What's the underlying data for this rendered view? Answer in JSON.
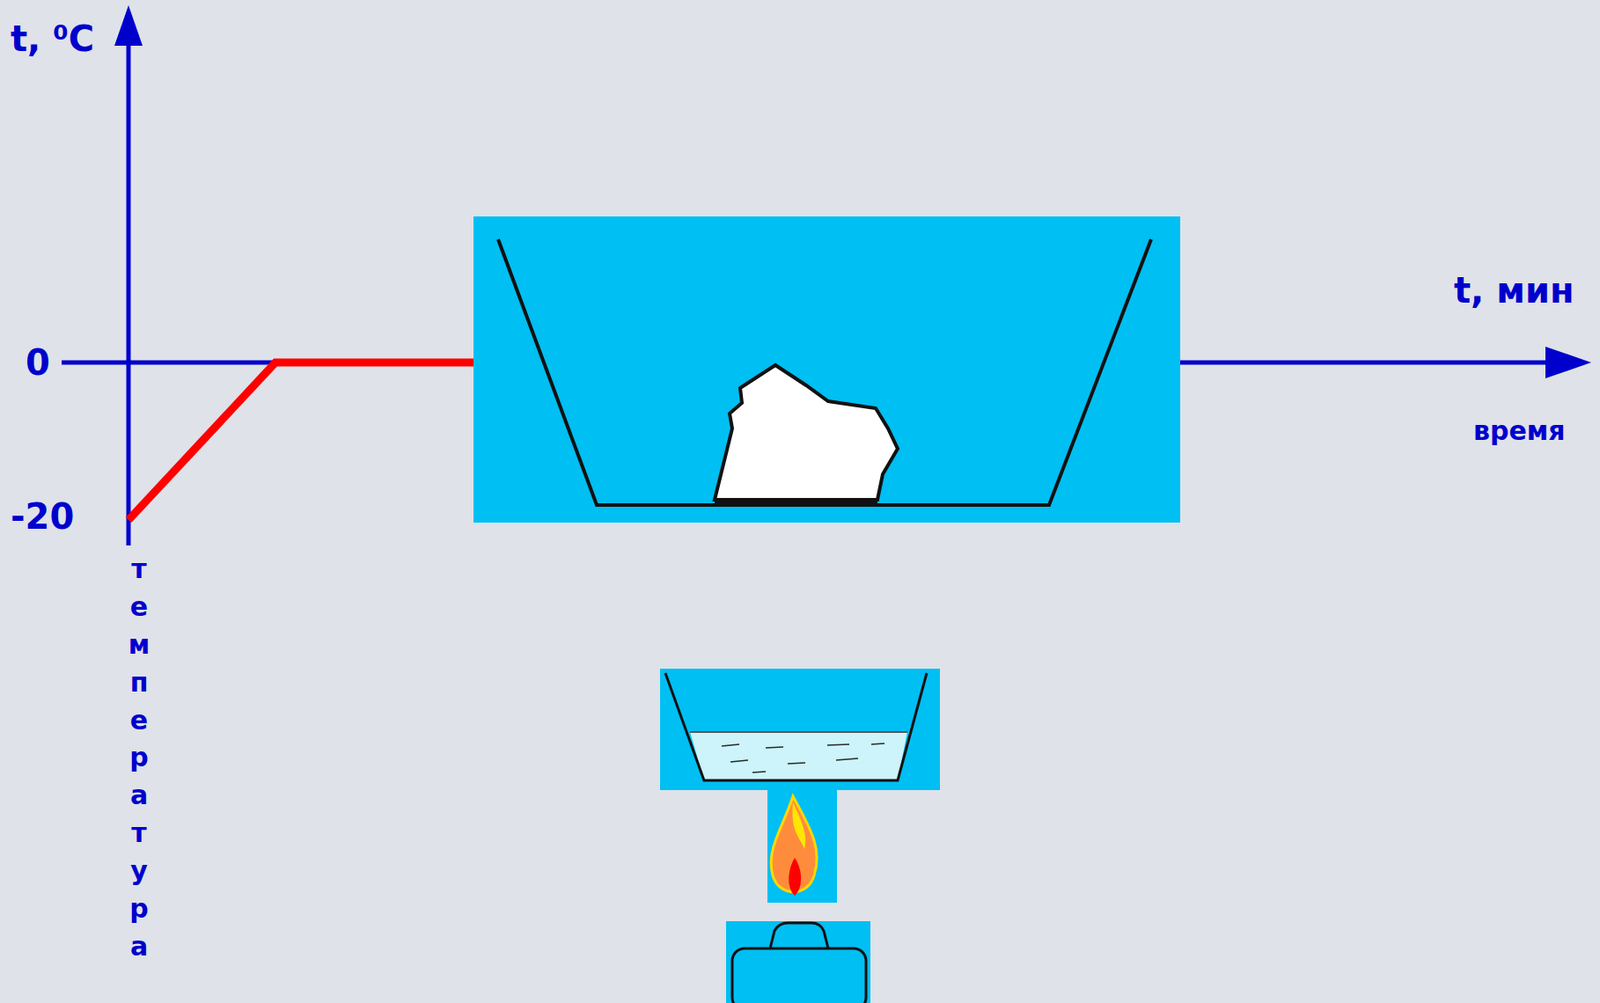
{
  "diagram": {
    "labels": [
      "t, ⁰C",
      "0",
      "-20",
      "t, мин",
      "время",
      "температура"
    ]
  }
}
